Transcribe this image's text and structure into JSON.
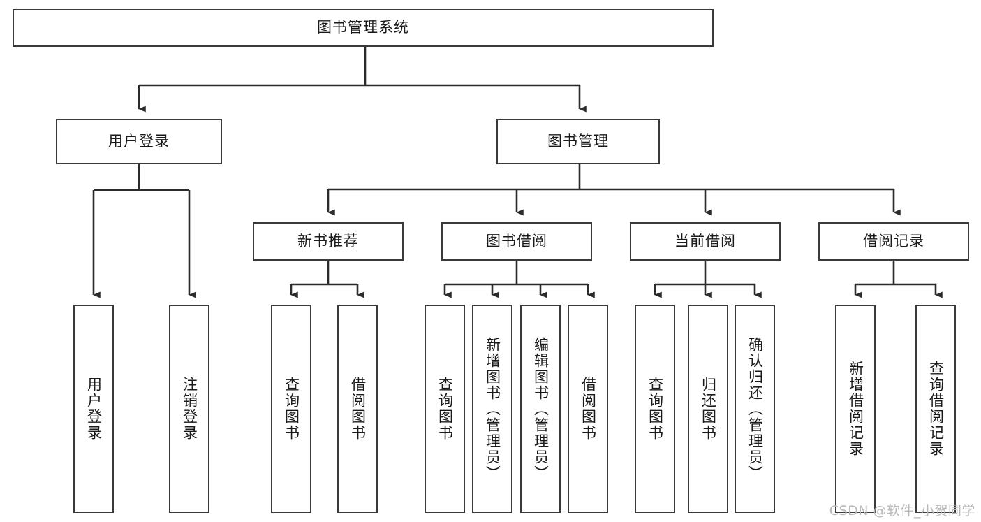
{
  "diagram": {
    "title": "图书管理系统",
    "type": "hierarchy-tree",
    "watermark": "CSDN @软件_小贺同学",
    "colors": {
      "box_border": "#3a3a3a",
      "box_fill": "#ffffff",
      "line": "#2b2b2b",
      "text": "#1a1a1a",
      "watermark": "#b9b9b9"
    },
    "nodes": {
      "root": {
        "label": "图书管理系统"
      },
      "level2": [
        {
          "id": "user-login",
          "label": "用户登录"
        },
        {
          "id": "book-manage",
          "label": "图书管理"
        }
      ],
      "level3": [
        {
          "id": "new-book-recommend",
          "label": "新书推荐"
        },
        {
          "id": "book-borrow",
          "label": "图书借阅"
        },
        {
          "id": "current-borrow",
          "label": "当前借阅"
        },
        {
          "id": "borrow-record",
          "label": "借阅记录"
        }
      ],
      "leaves": [
        {
          "id": "leaf-user-login",
          "label": "用户登录",
          "parent": "user-login"
        },
        {
          "id": "leaf-logout-login",
          "label": "注销登录",
          "parent": "user-login"
        },
        {
          "id": "leaf-query-book-1",
          "label": "查询图书",
          "parent": "new-book-recommend"
        },
        {
          "id": "leaf-borrow-book-1",
          "label": "借阅图书",
          "parent": "new-book-recommend"
        },
        {
          "id": "leaf-query-book-2",
          "label": "查询图书",
          "parent": "book-borrow"
        },
        {
          "id": "leaf-add-book",
          "label": "新增图书（管理员）",
          "parent": "book-borrow"
        },
        {
          "id": "leaf-edit-book",
          "label": "编辑图书（管理员）",
          "parent": "book-borrow"
        },
        {
          "id": "leaf-borrow-book-2",
          "label": "借阅图书",
          "parent": "book-borrow"
        },
        {
          "id": "leaf-query-book-3",
          "label": "查询图书",
          "parent": "current-borrow"
        },
        {
          "id": "leaf-return-book",
          "label": "归还图书",
          "parent": "current-borrow"
        },
        {
          "id": "leaf-confirm-return",
          "label": "确认归还（管理员）",
          "parent": "current-borrow"
        },
        {
          "id": "leaf-add-record",
          "label": "新增借阅记录",
          "parent": "borrow-record"
        },
        {
          "id": "leaf-query-record",
          "label": "查询借阅记录",
          "parent": "borrow-record"
        }
      ]
    }
  }
}
